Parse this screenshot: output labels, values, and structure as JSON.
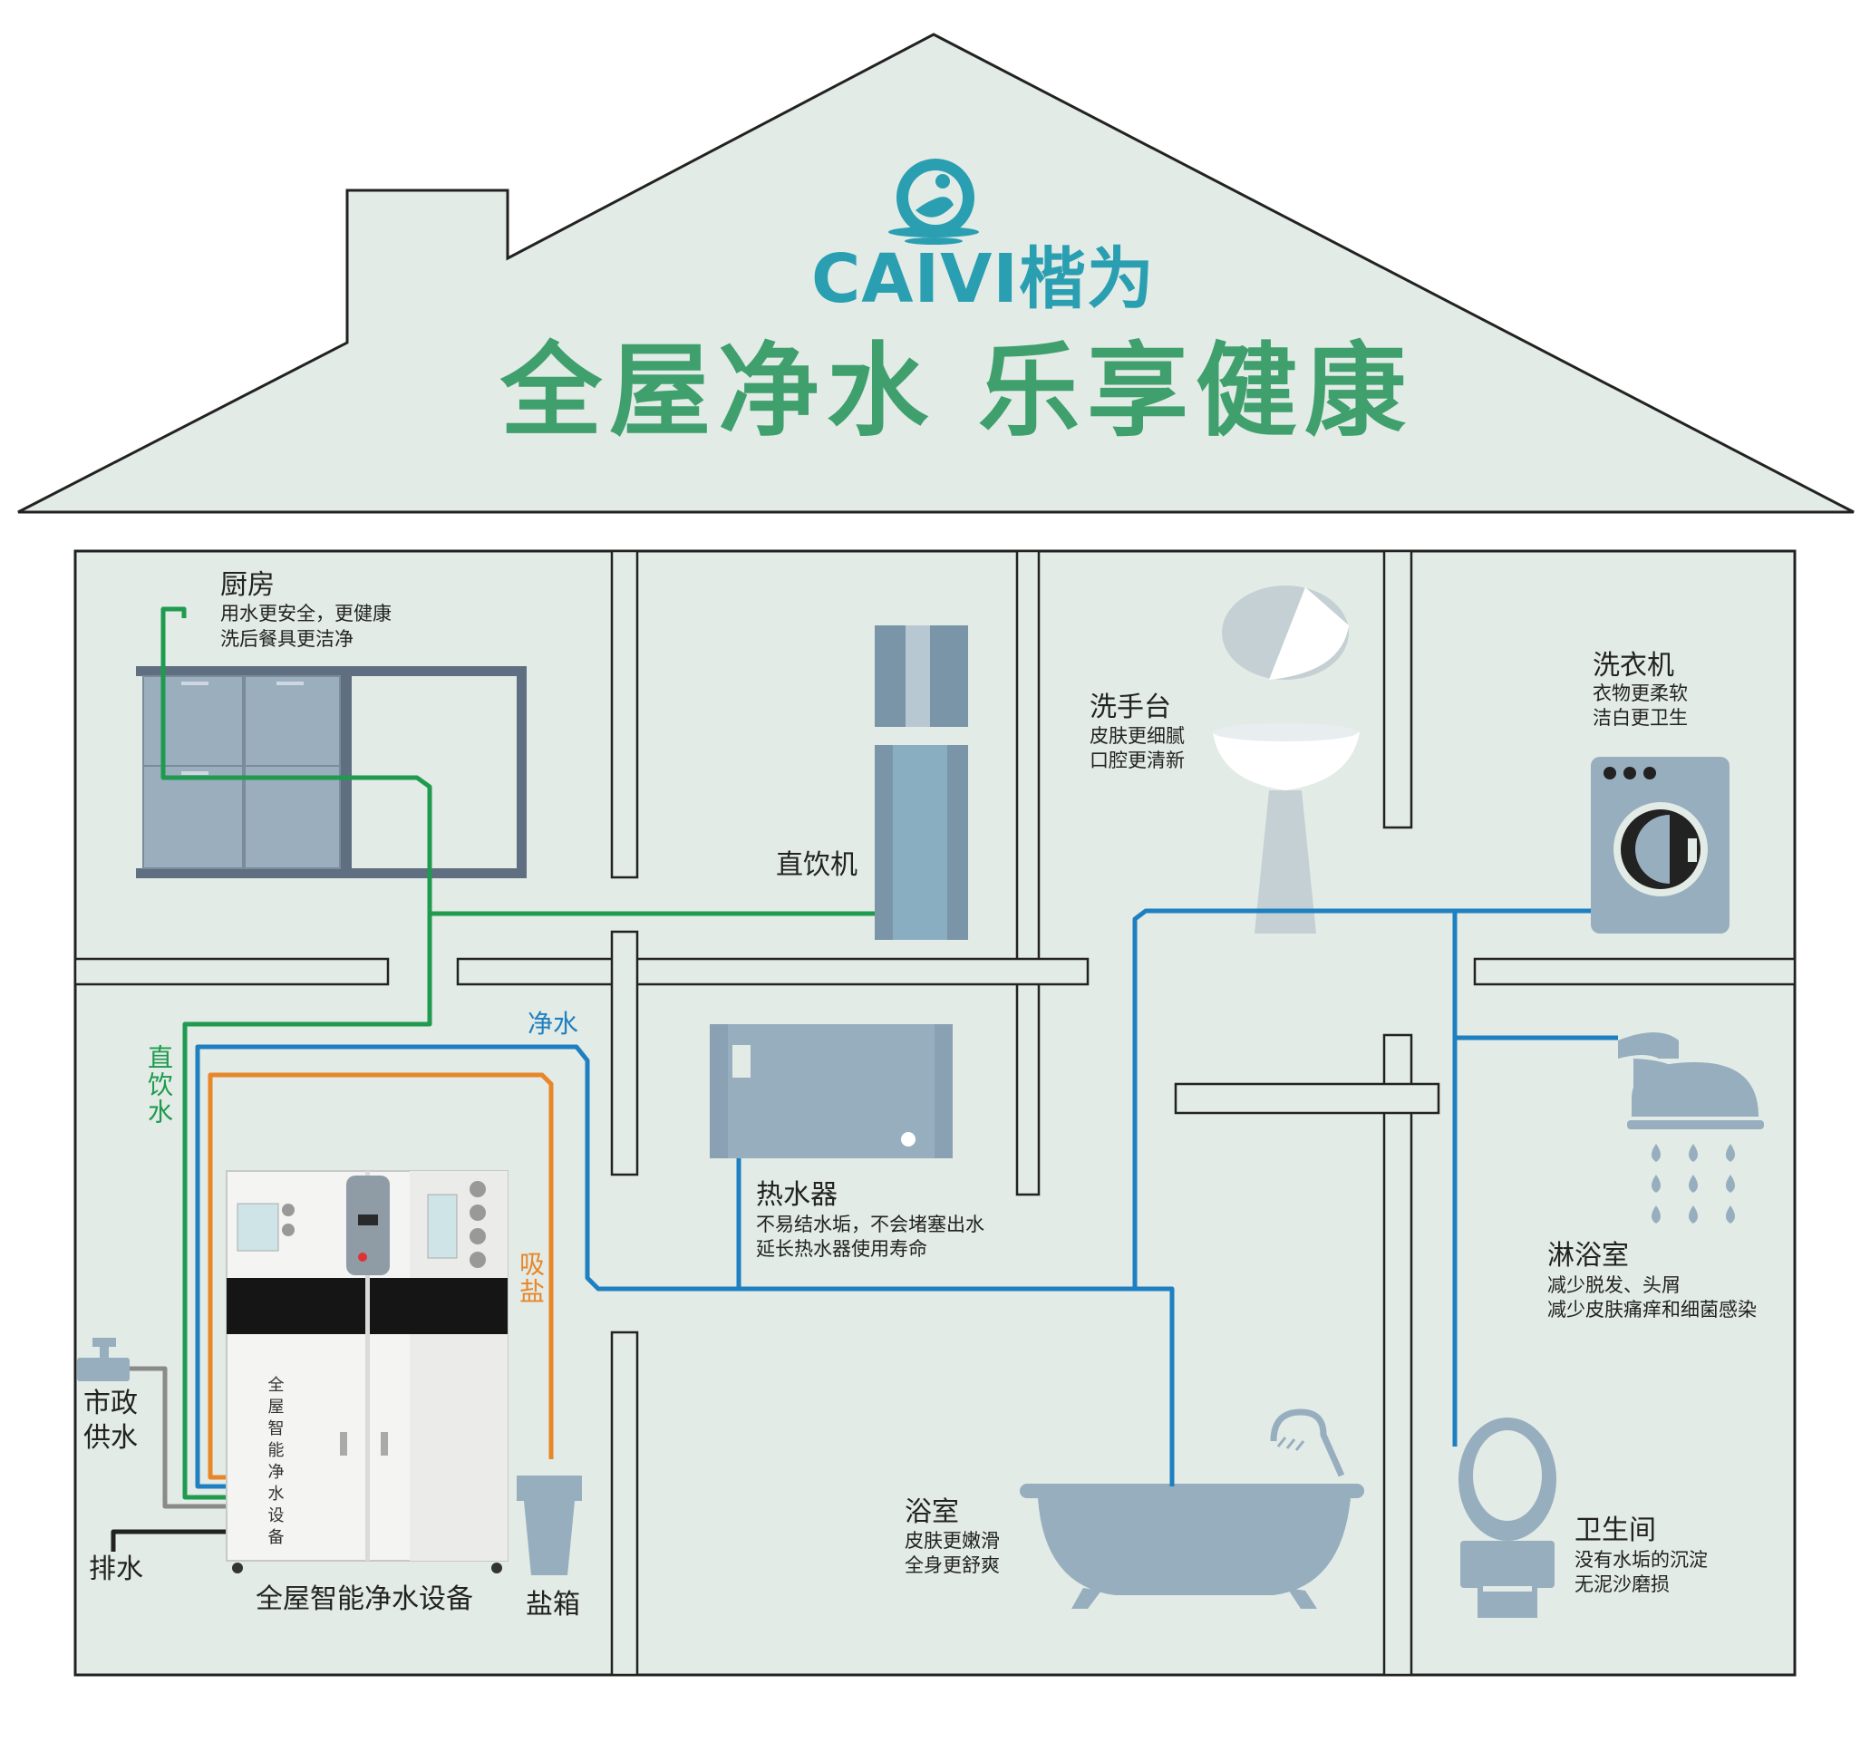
{
  "header": {
    "brand_name": "CAIVI楷为",
    "slogan": "全屋净水  乐享健康"
  },
  "rooms": {
    "kitchen": {
      "title": "厨房",
      "desc": [
        "用水更安全，更健康",
        "洗后餐具更洁净"
      ]
    },
    "drinking_machine": {
      "title": "直饮机"
    },
    "washbasin": {
      "title": "洗手台",
      "desc": [
        "皮肤更细腻",
        "口腔更清新"
      ]
    },
    "washing_machine": {
      "title": "洗衣机",
      "desc": [
        "衣物更柔软",
        "洁白更卫生"
      ]
    },
    "water_heater": {
      "title": "热水器",
      "desc": [
        "不易结水垢，不会堵塞出水",
        "延长热水器使用寿命"
      ]
    },
    "shower": {
      "title": "淋浴室",
      "desc": [
        "减少脱发、头屑",
        "减少皮肤痛痒和细菌感染"
      ]
    },
    "bathroom": {
      "title": "浴室",
      "desc": [
        "皮肤更嫩滑",
        "全身更舒爽"
      ]
    },
    "toilet": {
      "title": "卫生间",
      "desc": [
        "没有水垢的沉淀",
        "无泥沙磨损"
      ]
    }
  },
  "pipes": {
    "direct_drink_label": "直饮水",
    "pure_water_label": "净水",
    "salt_intake_label": "吸盐",
    "colors": {
      "direct_drink": "#1f9a4f",
      "pure_water": "#1e7fc1",
      "salt": "#e8862a",
      "municipal": "#8a8a8a",
      "drain": "#222222"
    }
  },
  "equipment": {
    "purifier_label": "全屋智能净水设备",
    "purifier_panel_text": "全屋智能净水设备",
    "salt_box_label": "盐箱",
    "municipal_label": "市政供水",
    "drain_label": "排水"
  },
  "colors": {
    "house_fill": "#e2ebe5",
    "house_stroke": "#222222",
    "appliance_fill": "#97aebf",
    "brand": "#2a9fb2",
    "slogan": "#3fa06d"
  }
}
